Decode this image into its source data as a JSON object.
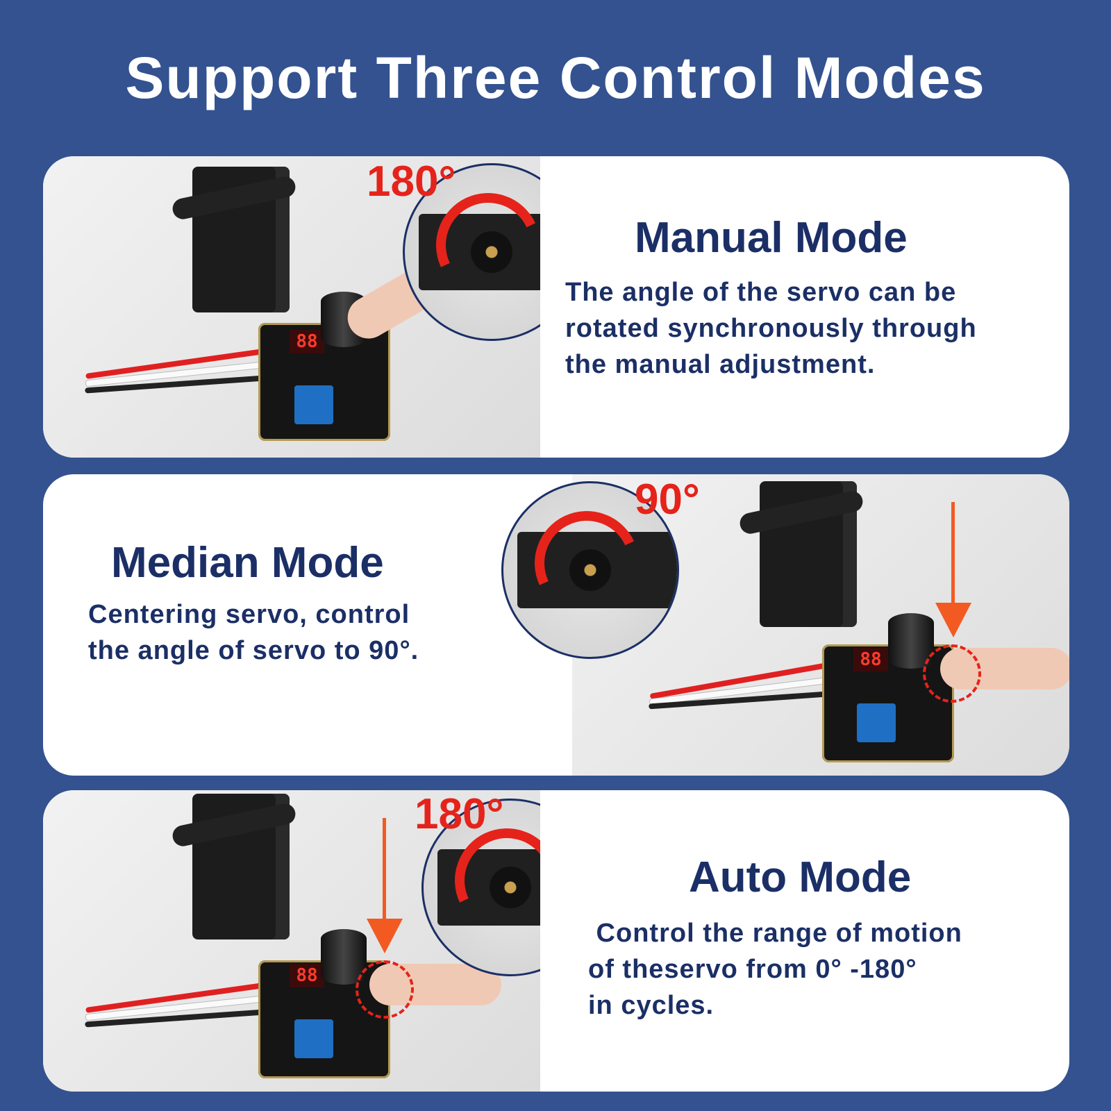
{
  "headline": "Support Three Control Modes",
  "colors": {
    "background": "#33528f",
    "text": "#1b2f66",
    "accent_red": "#e5231b",
    "arrow_orange": "#f25a22"
  },
  "modes": [
    {
      "title": "Manual Mode",
      "description": [
        "The angle of the servo can be",
        "rotated synchronously through",
        "the manual adjustment."
      ],
      "angle_label": "180°",
      "display": "88"
    },
    {
      "title": "Median Mode",
      "description": [
        "Centering servo, control",
        "the angle of servo to 90°."
      ],
      "angle_label": "90°",
      "display": "88"
    },
    {
      "title": "Auto Mode",
      "description": [
        " Control the range of motion",
        "of theservo from 0° -180°",
        "in cycles."
      ],
      "angle_label": "180°",
      "display": "88"
    }
  ]
}
